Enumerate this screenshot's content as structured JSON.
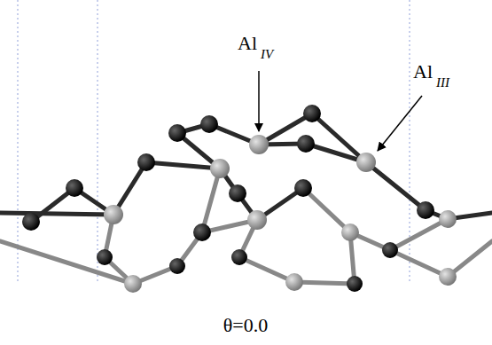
{
  "diagram": {
    "labels": [
      "Al",
      "IV",
      "Al",
      "III",
      "θ=0.0"
    ]
  }
}
